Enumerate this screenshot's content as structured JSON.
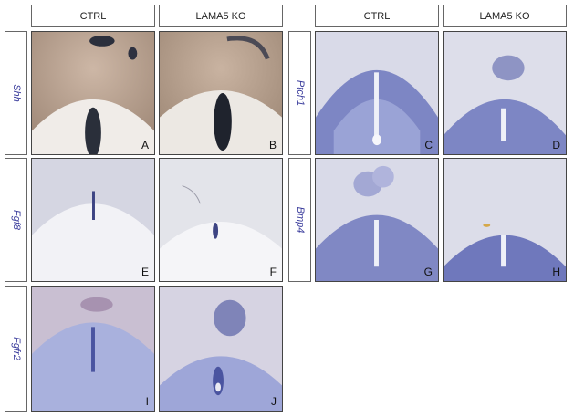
{
  "columns": {
    "left_ctrl": "CTRL",
    "left_ko": "LAMA5 KO",
    "right_ctrl": "CTRL",
    "right_ko": "LAMA5 KO"
  },
  "genes": {
    "shh": "Shh",
    "fgf8": "Fgf8",
    "fgfr2": "Fgfr2",
    "ptch1": "Ptch1",
    "bmp4": "Bmp4"
  },
  "panels": {
    "a": "A",
    "b": "B",
    "c": "C",
    "d": "D",
    "e": "E",
    "f": "F",
    "g": "G",
    "h": "H",
    "i": "I",
    "j": "J"
  }
}
